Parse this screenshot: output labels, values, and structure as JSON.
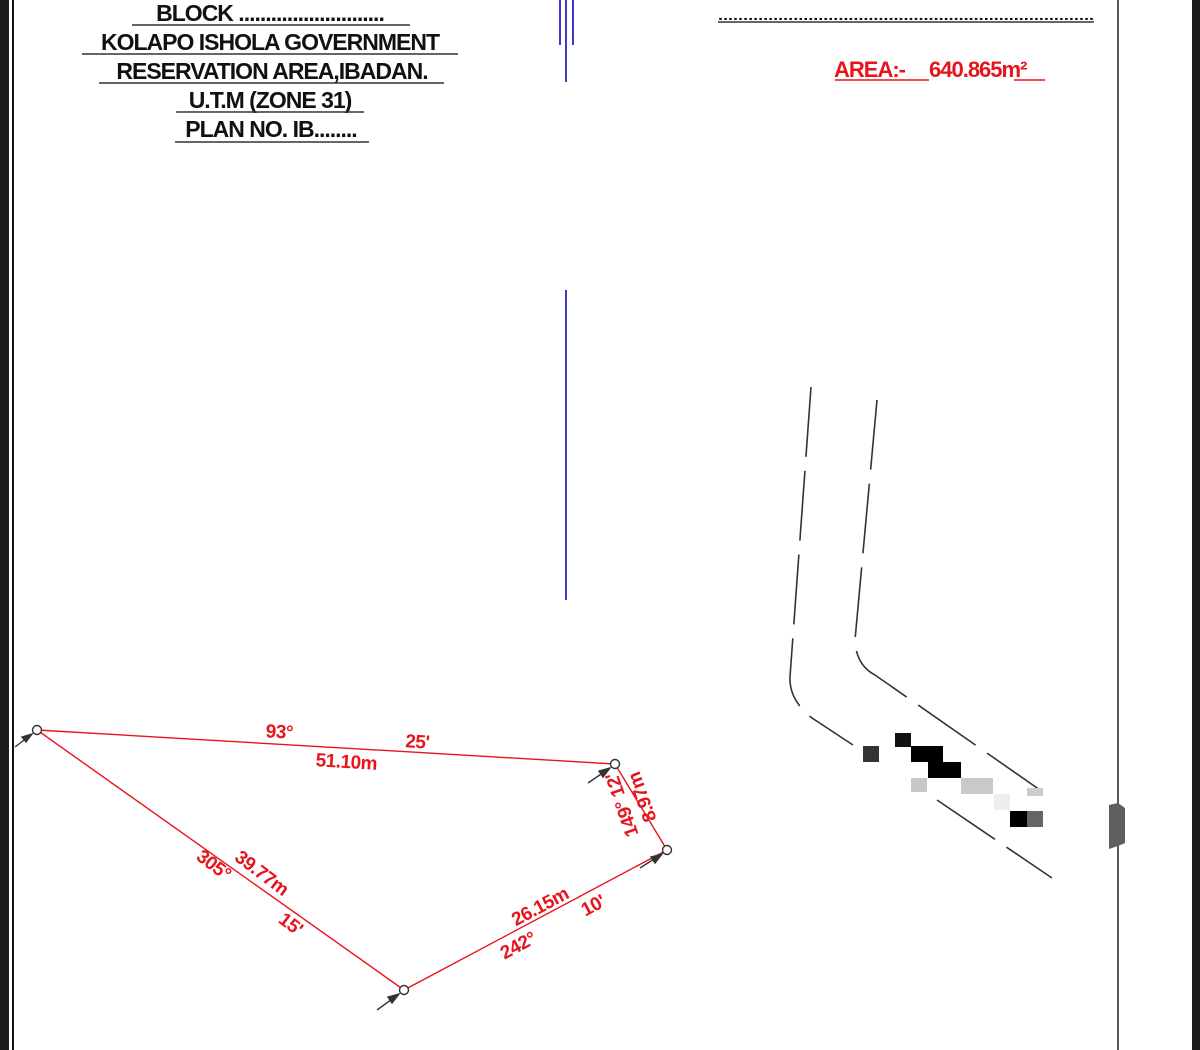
{
  "title_block": {
    "lines": [
      "BLOCK ...........................",
      "KOLAPO ISHOLA  GOVERNMENT",
      "RESERVATION AREA,IBADAN.",
      "U.T.M (ZONE 31)",
      "PLAN NO. IB........"
    ]
  },
  "right_header": {
    "dotted_line": "...........................................................................",
    "area_label": "AREA:-",
    "area_value": "640.865m²"
  },
  "plot": {
    "line_color": "#e8141c",
    "edges": [
      {
        "bearing_deg": "93°",
        "bearing_min": "25'",
        "distance": "51.10m"
      },
      {
        "bearing": "149° 12'",
        "distance": "8.97m"
      },
      {
        "distance": "26.15m",
        "bearing_min": "10'",
        "bearing_deg": "242°"
      },
      {
        "bearing_deg": "305°",
        "distance": "39.77m",
        "bearing_min": "15'"
      }
    ]
  },
  "colors": {
    "grid_line": "#3b3bc8",
    "text": "#111111",
    "accent": "#e8141c"
  }
}
